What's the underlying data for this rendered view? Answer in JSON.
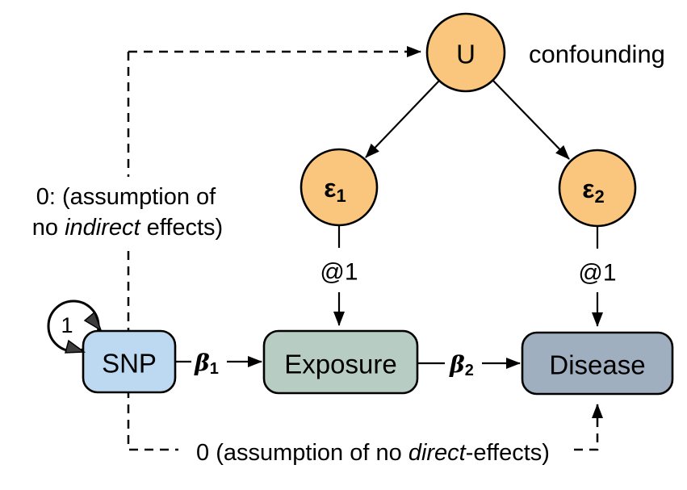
{
  "colors": {
    "circle_fill": "#FAC57C",
    "snp_fill": "#BCD9F1",
    "exposure_fill": "#B7CCC2",
    "disease_fill": "#9FAFC0",
    "stroke": "#000000",
    "background": "#FFFFFF"
  },
  "nodes": {
    "confounder": {
      "label": "U",
      "annotation": "confounding"
    },
    "epsilon1": {
      "label": "ε",
      "sub": "1",
      "fixed_value": "@1"
    },
    "epsilon2": {
      "label": "ε",
      "sub": "2",
      "fixed_value": "@1"
    },
    "snp": {
      "label": "SNP",
      "variance_label": "1"
    },
    "exposure": {
      "label": "Exposure"
    },
    "disease": {
      "label": "Disease"
    }
  },
  "edges": {
    "beta1": {
      "symbol": "β",
      "sub": "1"
    },
    "beta2": {
      "symbol": "β",
      "sub": "2"
    }
  },
  "annotations": {
    "indirect": {
      "line1": "0: (assumption of",
      "line2_pre": "no ",
      "line2_italic": "indirect",
      "line2_post": " effects)"
    },
    "direct": {
      "pre": "0 (assumption of no ",
      "italic": "direct",
      "post": "-effects)"
    }
  }
}
